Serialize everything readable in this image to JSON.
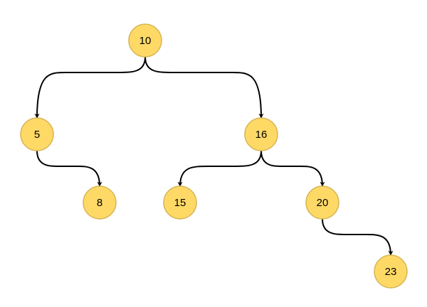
{
  "colors": {
    "node_fill": "#ffd966",
    "node_stroke": "#d6b656",
    "edge": "#000000",
    "label": "#000000"
  },
  "tree": {
    "nodes": [
      {
        "id": "n10",
        "label": "10"
      },
      {
        "id": "n5",
        "label": "5"
      },
      {
        "id": "n16",
        "label": "16"
      },
      {
        "id": "n8",
        "label": "8"
      },
      {
        "id": "n15",
        "label": "15"
      },
      {
        "id": "n20",
        "label": "20"
      },
      {
        "id": "n23",
        "label": "23"
      }
    ],
    "edges": [
      {
        "from": "n10",
        "to": "n5"
      },
      {
        "from": "n10",
        "to": "n16"
      },
      {
        "from": "n5",
        "to": "n8"
      },
      {
        "from": "n16",
        "to": "n15"
      },
      {
        "from": "n16",
        "to": "n20"
      },
      {
        "from": "n20",
        "to": "n23"
      }
    ]
  }
}
